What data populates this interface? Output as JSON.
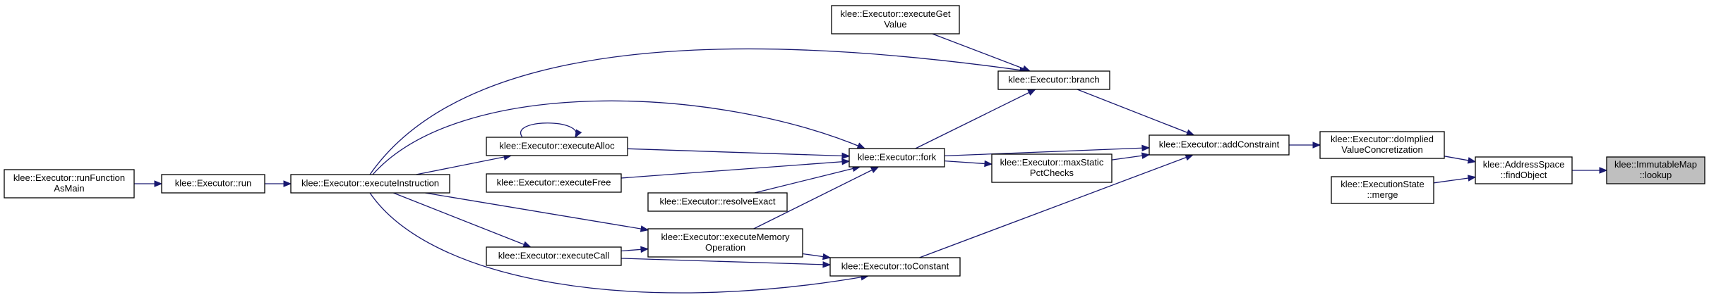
{
  "nodes": [
    {
      "id": "lookup",
      "lines": [
        "klee::ImmutableMap",
        "::lookup"
      ],
      "highlight": true
    },
    {
      "id": "findObject",
      "lines": [
        "klee::AddressSpace",
        "::findObject"
      ]
    },
    {
      "id": "doImplied",
      "lines": [
        "klee::Executor::doImplied",
        "ValueConcretization"
      ]
    },
    {
      "id": "merge",
      "lines": [
        "klee::ExecutionState",
        "::merge"
      ]
    },
    {
      "id": "addConstraint",
      "lines": [
        "klee::Executor::addConstraint"
      ]
    },
    {
      "id": "branch",
      "lines": [
        "klee::Executor::branch"
      ]
    },
    {
      "id": "executeGetValue",
      "lines": [
        "klee::Executor::executeGet",
        "Value"
      ]
    },
    {
      "id": "fork",
      "lines": [
        "klee::Executor::fork"
      ]
    },
    {
      "id": "maxStatic",
      "lines": [
        "klee::Executor::maxStatic",
        "PctChecks"
      ]
    },
    {
      "id": "toConstant",
      "lines": [
        "klee::Executor::toConstant"
      ]
    },
    {
      "id": "executeAlloc",
      "lines": [
        "klee::Executor::executeAlloc"
      ]
    },
    {
      "id": "executeFree",
      "lines": [
        "klee::Executor::executeFree"
      ]
    },
    {
      "id": "resolveExact",
      "lines": [
        "klee::Executor::resolveExact"
      ]
    },
    {
      "id": "executeMemoryOperation",
      "lines": [
        "klee::Executor::executeMemory",
        "Operation"
      ]
    },
    {
      "id": "executeCall",
      "lines": [
        "klee::Executor::executeCall"
      ]
    },
    {
      "id": "executeInstruction",
      "lines": [
        "klee::Executor::executeInstruction"
      ]
    },
    {
      "id": "run",
      "lines": [
        "klee::Executor::run"
      ]
    },
    {
      "id": "runFunctionAsMain",
      "lines": [
        "klee::Executor::runFunction",
        "AsMain"
      ]
    }
  ],
  "edges": [
    {
      "from": "findObject",
      "to": "lookup"
    },
    {
      "from": "doImplied",
      "to": "findObject"
    },
    {
      "from": "merge",
      "to": "findObject"
    },
    {
      "from": "addConstraint",
      "to": "doImplied"
    },
    {
      "from": "branch",
      "to": "addConstraint"
    },
    {
      "from": "executeGetValue",
      "to": "branch"
    },
    {
      "from": "fork",
      "to": "branch"
    },
    {
      "from": "fork",
      "to": "addConstraint"
    },
    {
      "from": "maxStatic",
      "to": "addConstraint"
    },
    {
      "from": "toConstant",
      "to": "addConstraint"
    },
    {
      "from": "fork",
      "to": "maxStatic"
    },
    {
      "from": "executeInstruction",
      "to": "branch"
    },
    {
      "from": "executeInstruction",
      "to": "fork"
    },
    {
      "from": "executeAlloc",
      "to": "fork"
    },
    {
      "from": "executeAlloc",
      "to": "executeAlloc"
    },
    {
      "from": "executeFree",
      "to": "fork"
    },
    {
      "from": "resolveExact",
      "to": "fork"
    },
    {
      "from": "executeMemoryOperation",
      "to": "fork"
    },
    {
      "from": "executeMemoryOperation",
      "to": "toConstant"
    },
    {
      "from": "executeCall",
      "to": "executeMemoryOperation"
    },
    {
      "from": "executeCall",
      "to": "toConstant"
    },
    {
      "from": "executeInstruction",
      "to": "executeAlloc"
    },
    {
      "from": "executeInstruction",
      "to": "executeMemoryOperation"
    },
    {
      "from": "executeInstruction",
      "to": "executeCall"
    },
    {
      "from": "executeInstruction",
      "to": "toConstant"
    },
    {
      "from": "run",
      "to": "executeInstruction"
    },
    {
      "from": "runFunctionAsMain",
      "to": "run"
    }
  ]
}
